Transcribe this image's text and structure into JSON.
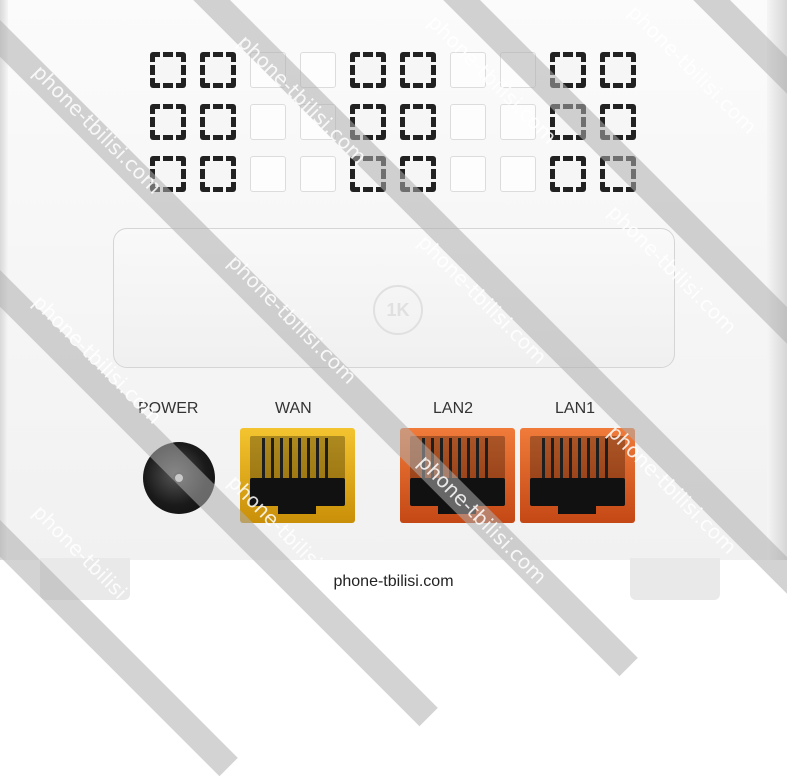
{
  "device": {
    "logo_text": "1K",
    "ports": [
      {
        "label": "POWER",
        "type": "dc-jack",
        "color": "#111111"
      },
      {
        "label": "WAN",
        "type": "rj45",
        "color": "#f2b91f"
      },
      {
        "label": "LAN2",
        "type": "rj45",
        "color": "#e8602a"
      },
      {
        "label": "LAN1",
        "type": "rj45",
        "color": "#e8602a"
      }
    ]
  },
  "watermark": {
    "text": "phone-tbilisi.com",
    "caption": "phone-tbilisi.com"
  }
}
